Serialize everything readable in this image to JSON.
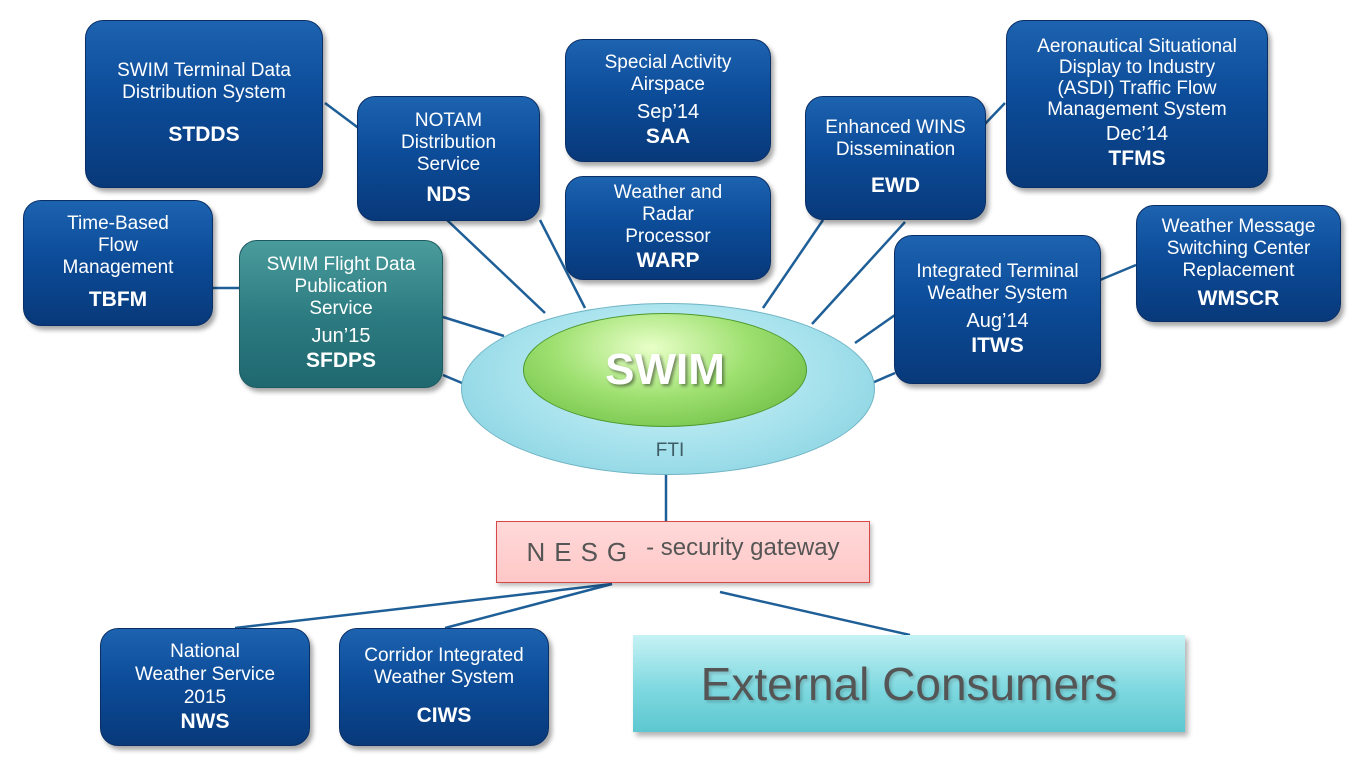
{
  "hub": {
    "title": "SWIM",
    "network_label": "FTI"
  },
  "gateway": {
    "acronym": "NESG",
    "description": "- security gateway"
  },
  "external": {
    "label": "External Consumers"
  },
  "services": {
    "stdds": {
      "desc": "SWIM Terminal Data\nDistribution System",
      "date": "",
      "code": "STDDS"
    },
    "nds": {
      "desc": "NOTAM\nDistribution\nService",
      "date": "",
      "code": "NDS"
    },
    "saa": {
      "desc": "Special Activity\nAirspace",
      "date": "Sep’14",
      "code": "SAA"
    },
    "warp": {
      "desc": "Weather and\nRadar\nProcessor",
      "date": "",
      "code": "WARP"
    },
    "ewd": {
      "desc": "Enhanced WINS\nDissemination",
      "date": "",
      "code": "EWD"
    },
    "tfms": {
      "desc": "Aeronautical Situational\nDisplay to Industry\n(ASDI) Traffic Flow\nManagement System",
      "date": "Dec’14",
      "code": "TFMS"
    },
    "tbfm": {
      "desc": "Time-Based\nFlow\nManagement",
      "date": "",
      "code": "TBFM"
    },
    "sfdps": {
      "desc": "SWIM Flight Data\nPublication\nService",
      "date": "Jun’15",
      "code": "SFDPS"
    },
    "itws": {
      "desc": "Integrated Terminal\nWeather System",
      "date": "Aug’14",
      "code": "ITWS"
    },
    "wmscr": {
      "desc": "Weather Message\nSwitching Center\nReplacement",
      "date": "",
      "code": "WMSCR"
    },
    "nws": {
      "desc": "National\nWeather Service\n2015",
      "date": "",
      "code": "NWS"
    },
    "ciws": {
      "desc": "Corridor Integrated\nWeather System",
      "date": "",
      "code": "CIWS"
    }
  },
  "colors": {
    "service_box": "#0c4c99",
    "sfdps_box": "#2d7c82",
    "swim_core": "#9ee070",
    "fti_ring": "#a4e1ec",
    "gateway_fill": "#ffc7c7",
    "gateway_border": "#d84848",
    "external_fill": "#7fd9e0",
    "connector": "#1f5f98"
  }
}
